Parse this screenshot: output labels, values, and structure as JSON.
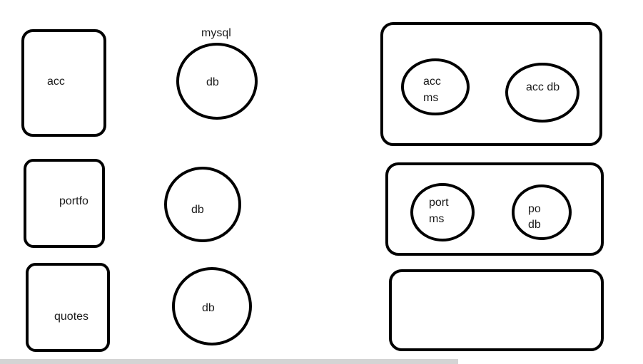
{
  "diagram": {
    "services": [
      {
        "id": "acc",
        "label": "acc"
      },
      {
        "id": "portfo",
        "label": "portfo"
      },
      {
        "id": "quotes",
        "label": "quotes"
      }
    ],
    "databases": [
      {
        "id": "db1",
        "title": "mysql",
        "label": "db"
      },
      {
        "id": "db2",
        "label": "db"
      },
      {
        "id": "db3",
        "label": "db"
      }
    ],
    "groups": [
      {
        "id": "acc-group",
        "nodes": [
          {
            "id": "acc-ms",
            "lines": [
              "acc",
              "ms"
            ]
          },
          {
            "id": "acc-db",
            "lines": [
              "acc db"
            ]
          }
        ]
      },
      {
        "id": "port-group",
        "nodes": [
          {
            "id": "port-ms",
            "lines": [
              "port",
              "ms"
            ]
          },
          {
            "id": "po-db",
            "lines": [
              "po",
              "db"
            ]
          }
        ]
      },
      {
        "id": "empty-group",
        "nodes": []
      }
    ]
  }
}
